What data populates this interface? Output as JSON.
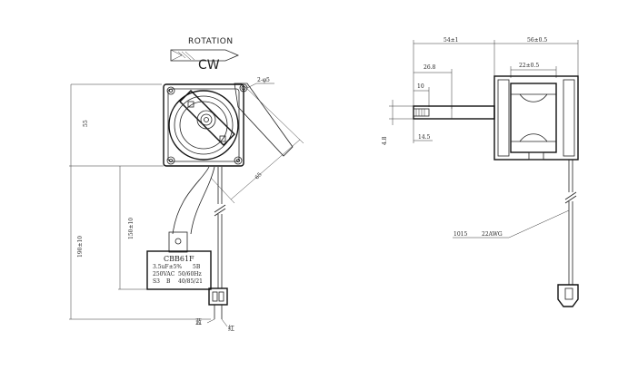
{
  "rotation": {
    "label": "ROTATION",
    "direction": "CW"
  },
  "front_view": {
    "mount_hole": "2-φ5",
    "dim_height": "55",
    "dim_diagonal": "65",
    "dim_lead_total": "190±10",
    "dim_lead_cap": "150±10",
    "capacitor": {
      "model": "CBB61F",
      "line1_left": "3.5uF±5%",
      "line1_right": "5B",
      "line2_left": "250VAC",
      "line2_right": "50/60Hz",
      "line3_left": "S3",
      "line3_mid": "B",
      "line3_right": "40/85/21"
    },
    "wire_blue": "蓝",
    "wire_red": "红"
  },
  "side_view": {
    "dim_54": "54±1",
    "dim_56": "56±0.5",
    "dim_26": "26.8",
    "dim_22": "22±0.5",
    "dim_10": "10",
    "dim_48": "4.8",
    "dim_145": "14.5",
    "cable_length": "1015",
    "cable_gauge": "22AWG"
  }
}
